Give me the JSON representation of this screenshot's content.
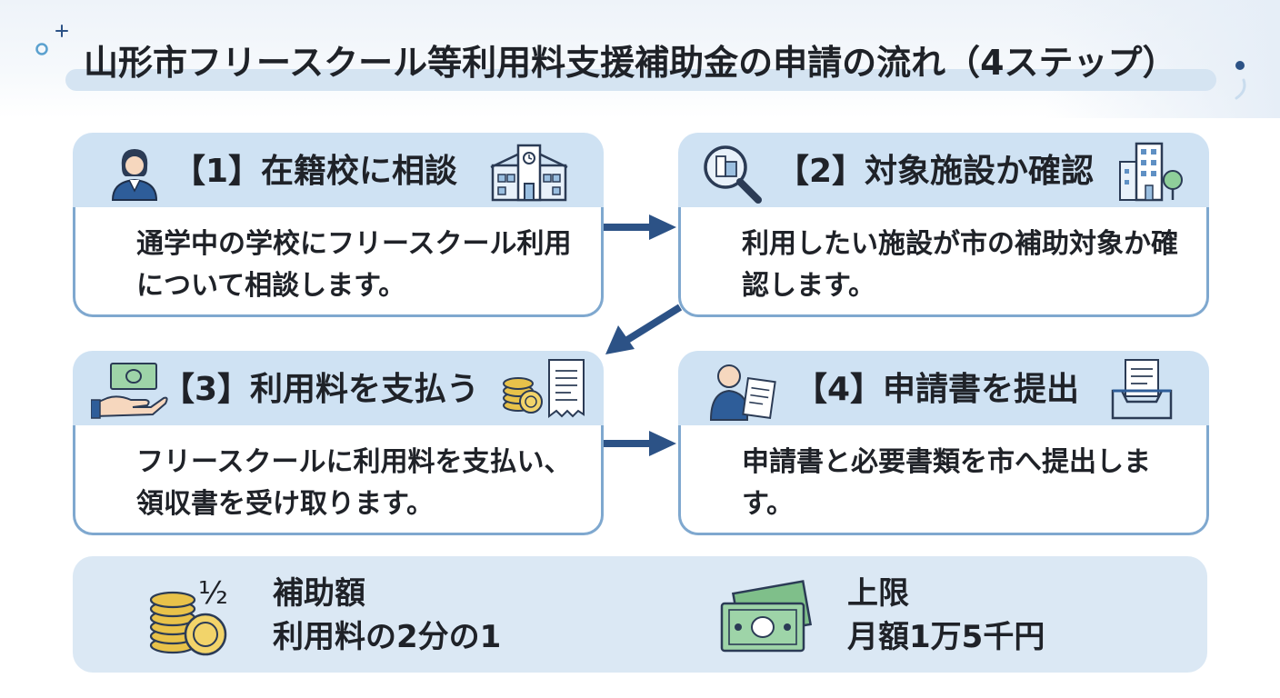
{
  "title": "山形市フリースクール等利用料支援補助金の申請の流れ（4ステップ）",
  "steps": [
    {
      "title": "【1】在籍校に相談",
      "text": "通学中の学校にフリースクール利用について相談します。",
      "icons": [
        "person-icon",
        "school-building-icon"
      ]
    },
    {
      "title": "【2】対象施設か確認",
      "text": "利用したい施設が市の補助対象か確認します。",
      "icons": [
        "magnifier-building-icon",
        "office-tree-icon"
      ]
    },
    {
      "title": "【3】利用料を支払う",
      "text": "フリースクールに利用料を支払い、領収書を受け取ります。",
      "icons": [
        "hand-money-icon",
        "coin-stack-icon",
        "receipt-icon"
      ]
    },
    {
      "title": "【4】申請書を提出",
      "text": "申請書と必要書類を市へ提出します。",
      "icons": [
        "person-document-icon",
        "inbox-tray-icon"
      ]
    }
  ],
  "summary": {
    "subsidy_label": "補助額",
    "subsidy_value": "利用料の2分の1",
    "subsidy_icon_glyph": "½",
    "limit_label": "上限",
    "limit_value": "月額1万5千円"
  },
  "colors": {
    "card_head": "#cfe2f3",
    "card_border": "#7fa8cf",
    "arrow": "#2c5286",
    "summary_bg": "#dbe8f4",
    "title_band": "#d5e4f2"
  }
}
